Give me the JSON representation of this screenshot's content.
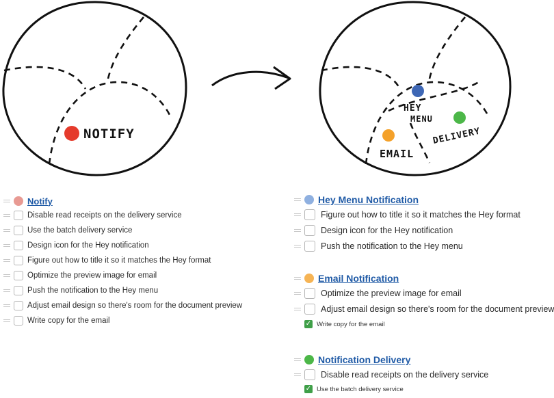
{
  "diagram": {
    "left_label": "NOTIFY",
    "right_labels": {
      "hey_line1": "HEY",
      "hey_line2": "MENU",
      "email": "EMAIL",
      "delivery": "DELIVERY"
    },
    "colors": {
      "red": "#e53b2c",
      "blue": "#3e67b5",
      "orange": "#f4a12a",
      "green": "#4cb748"
    }
  },
  "notify": {
    "title": "Notify",
    "pie_color": "#e89a93",
    "items": [
      "Disable read receipts on the delivery service",
      "Use the batch delivery service",
      "Design icon for the Hey notification",
      "Figure out how to title it so it matches the Hey format",
      "Optimize the preview image for email",
      "Push the notification to the Hey menu",
      "Adjust email design so there's room for the document preview",
      "Write copy for the email"
    ]
  },
  "hey_menu": {
    "title": "Hey Menu Notification",
    "pie_color": "#8fb0e0",
    "items": [
      "Figure out how to title it so it matches the Hey format",
      "Design icon for the Hey notification",
      "Push the notification to the Hey menu"
    ]
  },
  "email": {
    "title": "Email Notification",
    "pie_color": "#f6b455",
    "items": [
      "Optimize the preview image for email",
      "Adjust email design so there's room for the document preview"
    ],
    "completed": [
      "Write copy for the email"
    ]
  },
  "delivery": {
    "title": "Notification Delivery",
    "pie_color": "#4cb748",
    "items": [
      "Disable read receipts on the delivery service"
    ],
    "completed": [
      "Use the batch delivery service"
    ]
  }
}
